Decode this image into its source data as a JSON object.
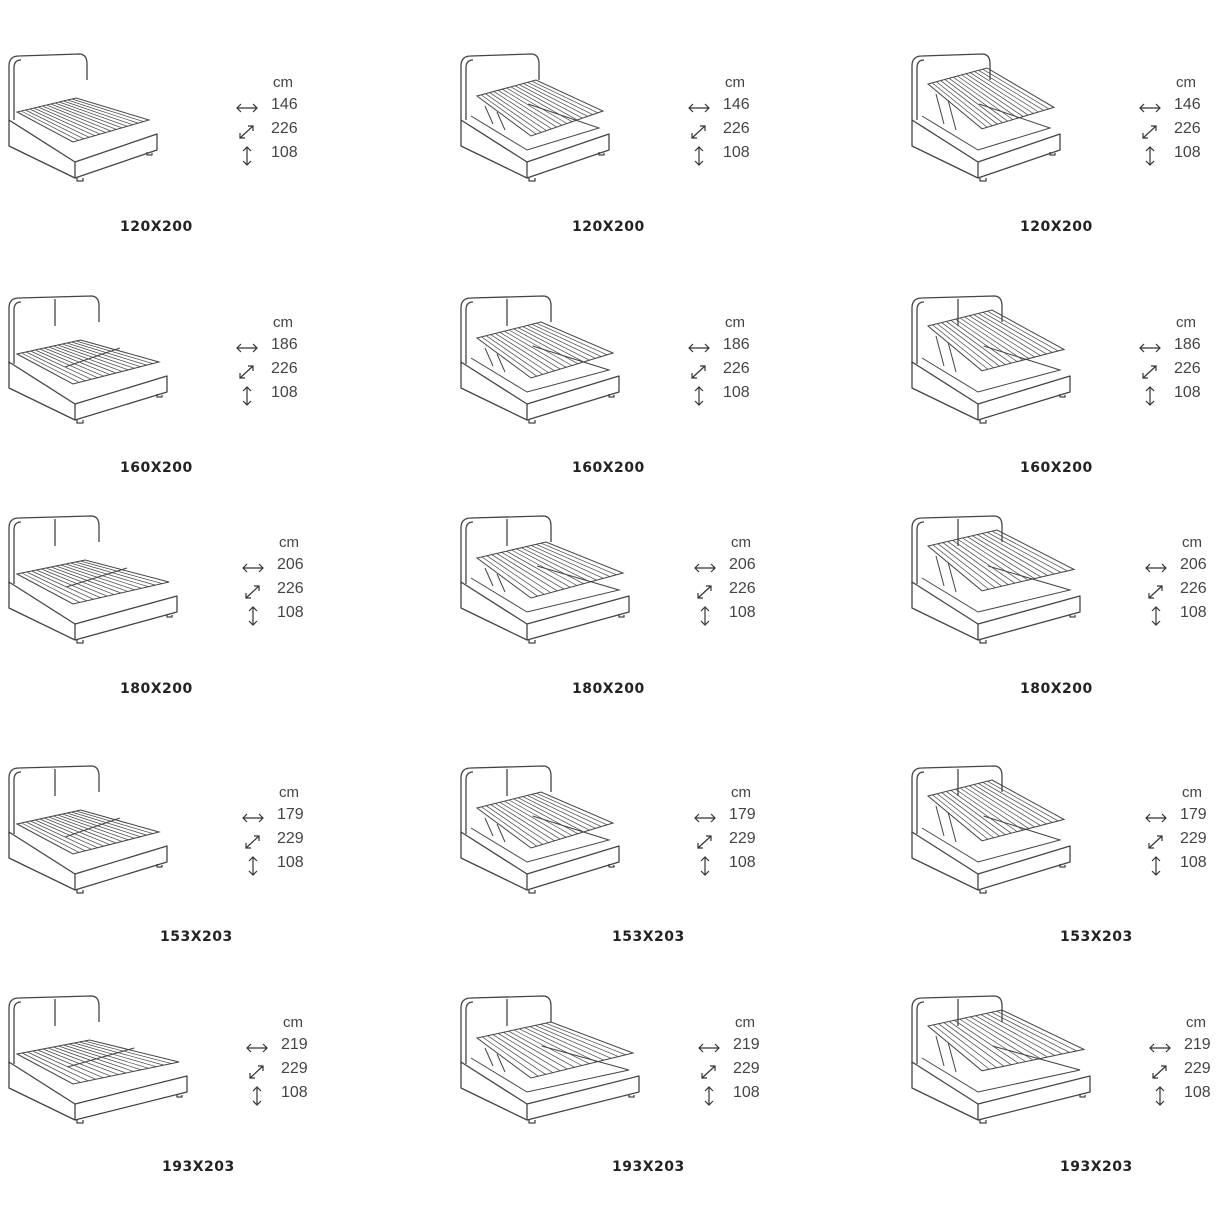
{
  "unit": "cm",
  "rows": [
    {
      "size": "120X200",
      "width": "146",
      "length": "226",
      "height": "108"
    },
    {
      "size": "160X200",
      "width": "186",
      "length": "226",
      "height": "108"
    },
    {
      "size": "180X200",
      "width": "206",
      "length": "226",
      "height": "108"
    },
    {
      "size": "153X203",
      "width": "179",
      "length": "229",
      "height": "108"
    },
    {
      "size": "193X203",
      "width": "219",
      "length": "229",
      "height": "108"
    }
  ],
  "columns": [
    "fixed-slats",
    "lift-slats",
    "lift-slats-open"
  ],
  "icons": [
    "width-arrow-icon",
    "diagonal-arrow-icon",
    "height-arrow-icon"
  ]
}
